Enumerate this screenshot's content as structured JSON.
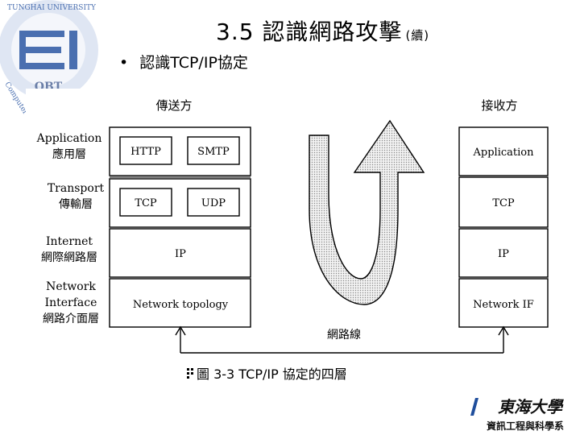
{
  "slide": {
    "title": "3.5 認識網路攻擊",
    "title_suffix": "(續)",
    "bullet": "認識TCP/IP協定"
  },
  "logo": {
    "top_text": "TUNGHAI UNIVERSITY",
    "left_text": "Computer Science",
    "center_text": "OBT"
  },
  "figure": {
    "sender_label": "傳送方",
    "receiver_label": "接收方",
    "layers": [
      {
        "name_en": "Application",
        "name_zh": "應用層"
      },
      {
        "name_en": "Transport",
        "name_zh": "傳輸層"
      },
      {
        "name_en": "Internet",
        "name_zh": "網際網路層"
      },
      {
        "name_en": "Network",
        "name_en2": "Interface",
        "name_zh": "網路介面層"
      }
    ],
    "sender_cells": {
      "http": "HTTP",
      "smtp": "SMTP",
      "tcp": "TCP",
      "udp": "UDP",
      "ip": "IP",
      "network": "Network topology"
    },
    "receiver_cells": {
      "application": "Application",
      "tcp": "TCP",
      "ip": "IP",
      "network": "Network IF"
    },
    "wire_label": "網路線",
    "caption": "圖 3-3  TCP/IP 協定的四層"
  },
  "footer": {
    "university": "東海大學",
    "department": "資訊工程與科學系"
  },
  "colors": {
    "accent_blue": "#1f4e9c",
    "logo_blue": "#4a6fb0"
  }
}
